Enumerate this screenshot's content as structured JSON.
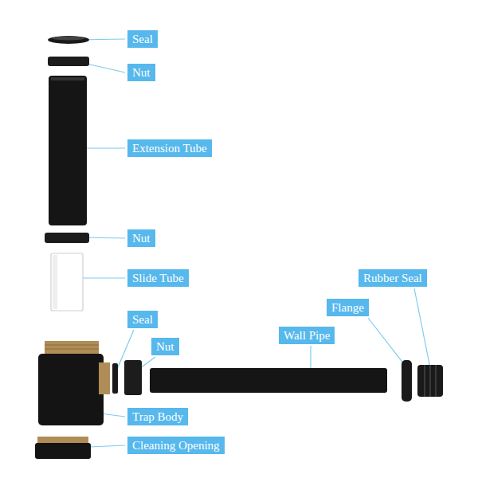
{
  "diagram": {
    "nodes": [
      {
        "text": [
          "Seal"
        ]
      },
      {
        "text": [
          "Nut"
        ]
      },
      {
        "text": [
          "Extension Tube"
        ]
      },
      {
        "text": [
          "Nut"
        ]
      },
      {
        "text": [
          "Slide Tube"
        ]
      },
      {
        "text": [
          "Rubber Seal"
        ]
      },
      {
        "text": [
          "Flange"
        ]
      },
      {
        "text": [
          "Seal"
        ]
      },
      {
        "text": [
          "Wall Pipe"
        ]
      },
      {
        "text": [
          "Nut"
        ]
      },
      {
        "text": [
          "Trap Body"
        ]
      },
      {
        "text": [
          "Cleaning Opening"
        ]
      }
    ]
  }
}
